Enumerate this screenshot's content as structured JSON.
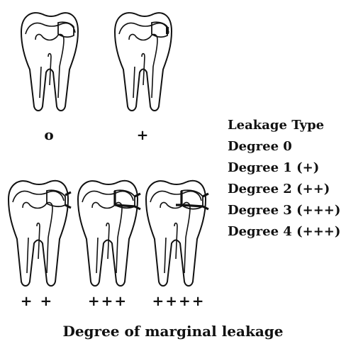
{
  "figure": {
    "teeth_top": [
      {
        "label": "o"
      },
      {
        "label": "+"
      }
    ],
    "teeth_bottom": [
      {
        "label": "+ +"
      },
      {
        "label": "+++"
      },
      {
        "label": "++++"
      }
    ],
    "legend": {
      "title": "Leakage Type",
      "items": [
        "Degree 0",
        "Degree 1 (+)",
        "Degree 2 (++)",
        "Degree 3 (+++)",
        "Degree 4 (+++)"
      ]
    },
    "caption": "Degree of marginal leakage"
  }
}
